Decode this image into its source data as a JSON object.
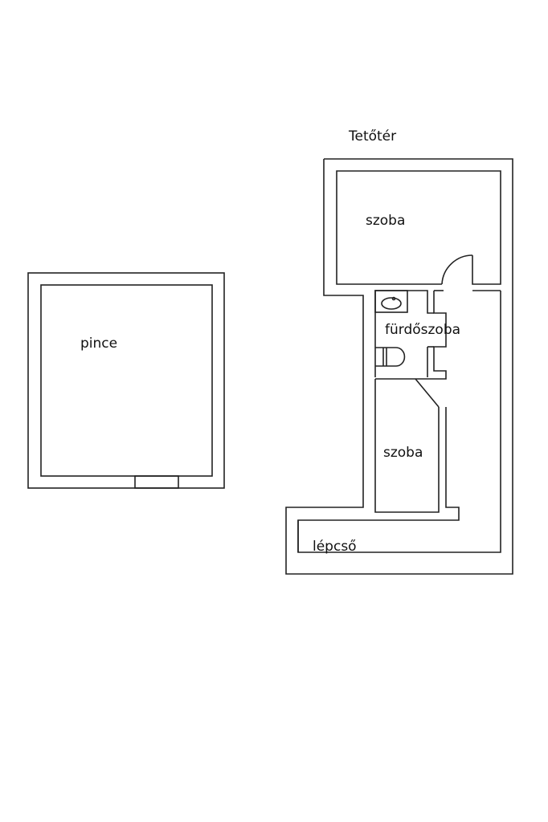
{
  "title": "Tetőtér",
  "rooms": {
    "pince": "pince",
    "szoba_top": "szoba",
    "furdoszoba": "fürdőszoba",
    "szoba_bottom": "szoba",
    "lepcso": "lépcső"
  }
}
